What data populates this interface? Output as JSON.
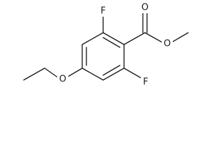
{
  "molecule": {
    "atoms": {
      "carbonyl_oxygen": "O",
      "ester_oxygen": "O",
      "fluorine_top": "F",
      "fluorine_bottom": "F",
      "ether_oxygen": "O"
    }
  }
}
